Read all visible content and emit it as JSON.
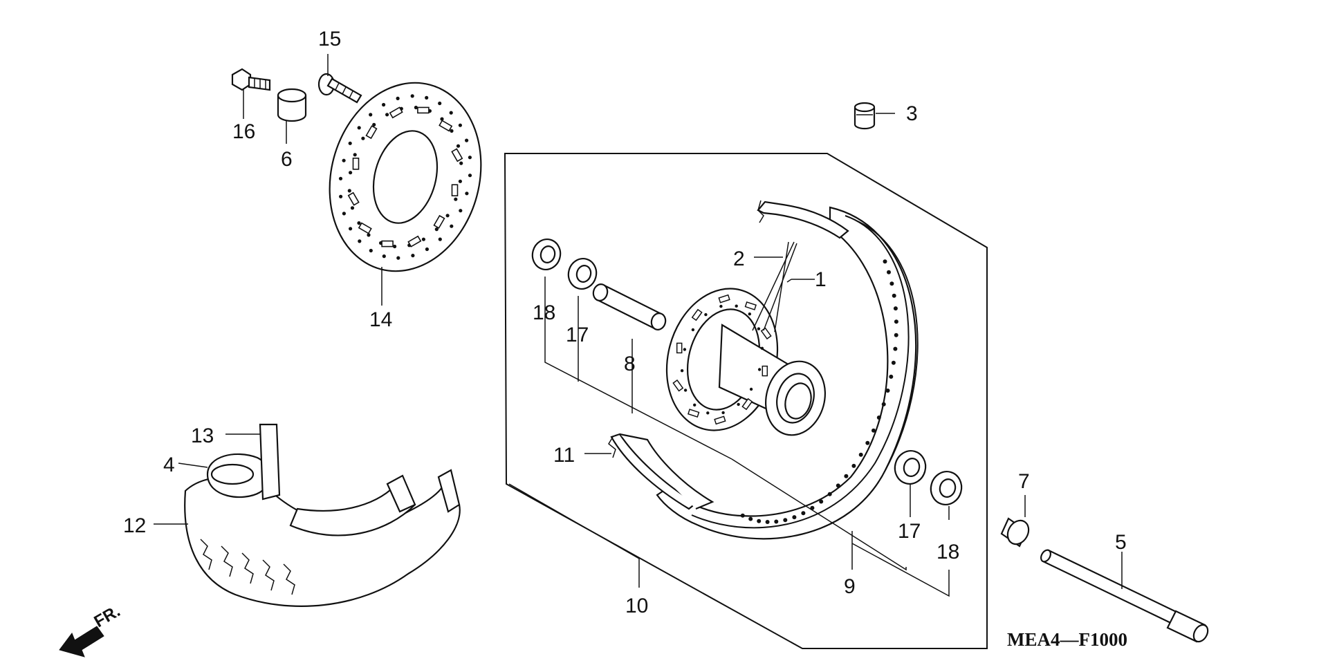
{
  "diagram_code": "MEA4—F1000",
  "direction_label": "FR.",
  "parts": {
    "p1": "1",
    "p2": "2",
    "p3": "3",
    "p4": "4",
    "p5": "5",
    "p6": "6",
    "p7": "7",
    "p8": "8",
    "p9": "9",
    "p10": "10",
    "p11": "11",
    "p12": "12",
    "p13": "13",
    "p14": "14",
    "p15": "15",
    "p16": "16",
    "p17a": "17",
    "p17b": "17",
    "p18a": "18",
    "p18b": "18"
  }
}
